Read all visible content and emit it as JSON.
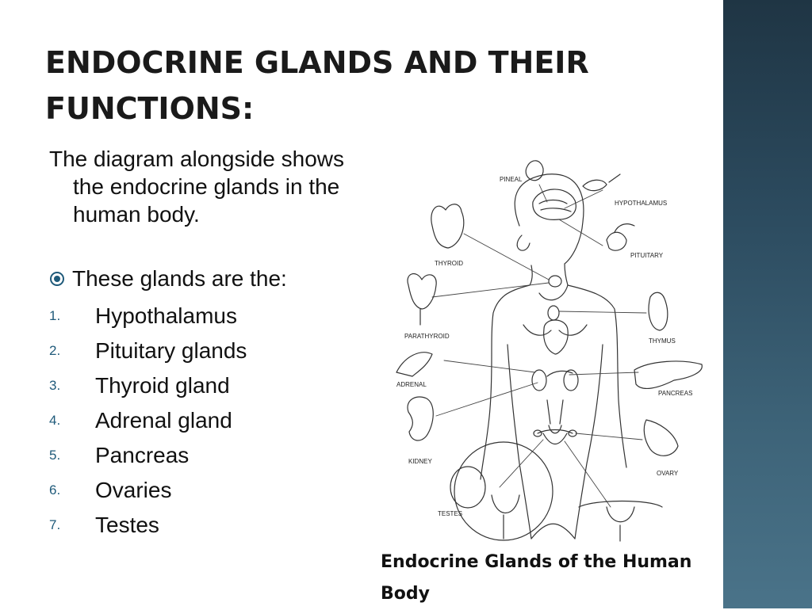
{
  "slide": {
    "title": "ENDOCRINE GLANDS AND THEIR FUNCTIONS:",
    "intro": "The diagram alongside shows the endocrine glands in the human body.",
    "bullet": "These glands are the:",
    "glands": [
      {
        "num": "1.",
        "name": "Hypothalamus"
      },
      {
        "num": "2.",
        "name": "Pituitary glands"
      },
      {
        "num": "3.",
        "name": "Thyroid gland"
      },
      {
        "num": "4.",
        "name": "Adrenal gland"
      },
      {
        "num": "5.",
        "name": "Pancreas"
      },
      {
        "num": "6.",
        "name": "Ovaries"
      },
      {
        "num": "7.",
        "name": "Testes"
      }
    ],
    "caption": "Endocrine Glands of the Human Body"
  },
  "diagram": {
    "labels": {
      "pineal": "PINEAL",
      "hypothalamus": "HYPOTHALAMUS",
      "thyroid": "THYROID",
      "pituitary": "PITUITARY",
      "parathyroid": "PARATHYROID",
      "thymus": "THYMUS",
      "adrenal": "ADRENAL",
      "pancreas": "PANCREAS",
      "kidney": "KIDNEY",
      "ovary": "OVARY",
      "testes": "TESTES"
    }
  },
  "colors": {
    "accent": "#1f5a7a",
    "sidebar": "#2c4b5f"
  }
}
